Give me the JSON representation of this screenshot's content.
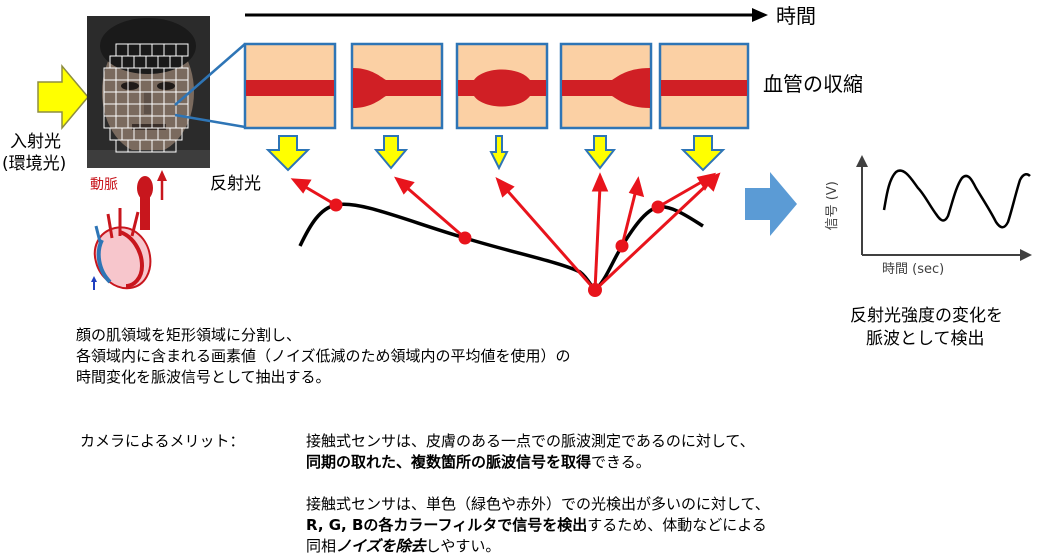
{
  "labels": {
    "time": "時間",
    "vessel_contraction": "血管の収縮",
    "incident_light": "入射光",
    "ambient_light": "(環境光)",
    "artery": "動脈",
    "reflected_light": "反射光"
  },
  "graph": {
    "ylabel": "信号 (V)",
    "xlabel": "時間 (sec)"
  },
  "right_caption": {
    "line1": "反射光強度の変化を",
    "line2": "脈波として検出"
  },
  "description": {
    "line1": "顔の肌領域を矩形領域に分割し、",
    "line2": "各領域内に含まれる画素値（ノイズ低減のため領域内の平均値を使用）の",
    "line3": "時間変化を脈波信号として抽出する。"
  },
  "merit": {
    "heading": "カメラによるメリット：",
    "p1_line1": "接触式センサは、皮膚のある一点での脈波測定であるのに対して、",
    "p1_line2_bold": "同期の取れた、複数箇所の脈波信号を取得",
    "p1_line2_rest": "できる。",
    "p2_line1": "接触式センサは、単色（緑色や赤外）での光検出が多いのに対して、",
    "p2_line2_bold": "R, G, Bの各カラーフィルタで信号を検出",
    "p2_line2_rest": "するため、体動などによる",
    "p2_line3_pre": "同相",
    "p2_line3_italic": "ノイズを除去",
    "p2_line3_rest": "しやすい。"
  },
  "colors": {
    "skin_box": "#fbd0a4",
    "box_border": "#2e75b6",
    "vessel": "#d01f25",
    "yellow_arrow": "#ffff00",
    "blue_arrow": "#5b9bd5"
  }
}
